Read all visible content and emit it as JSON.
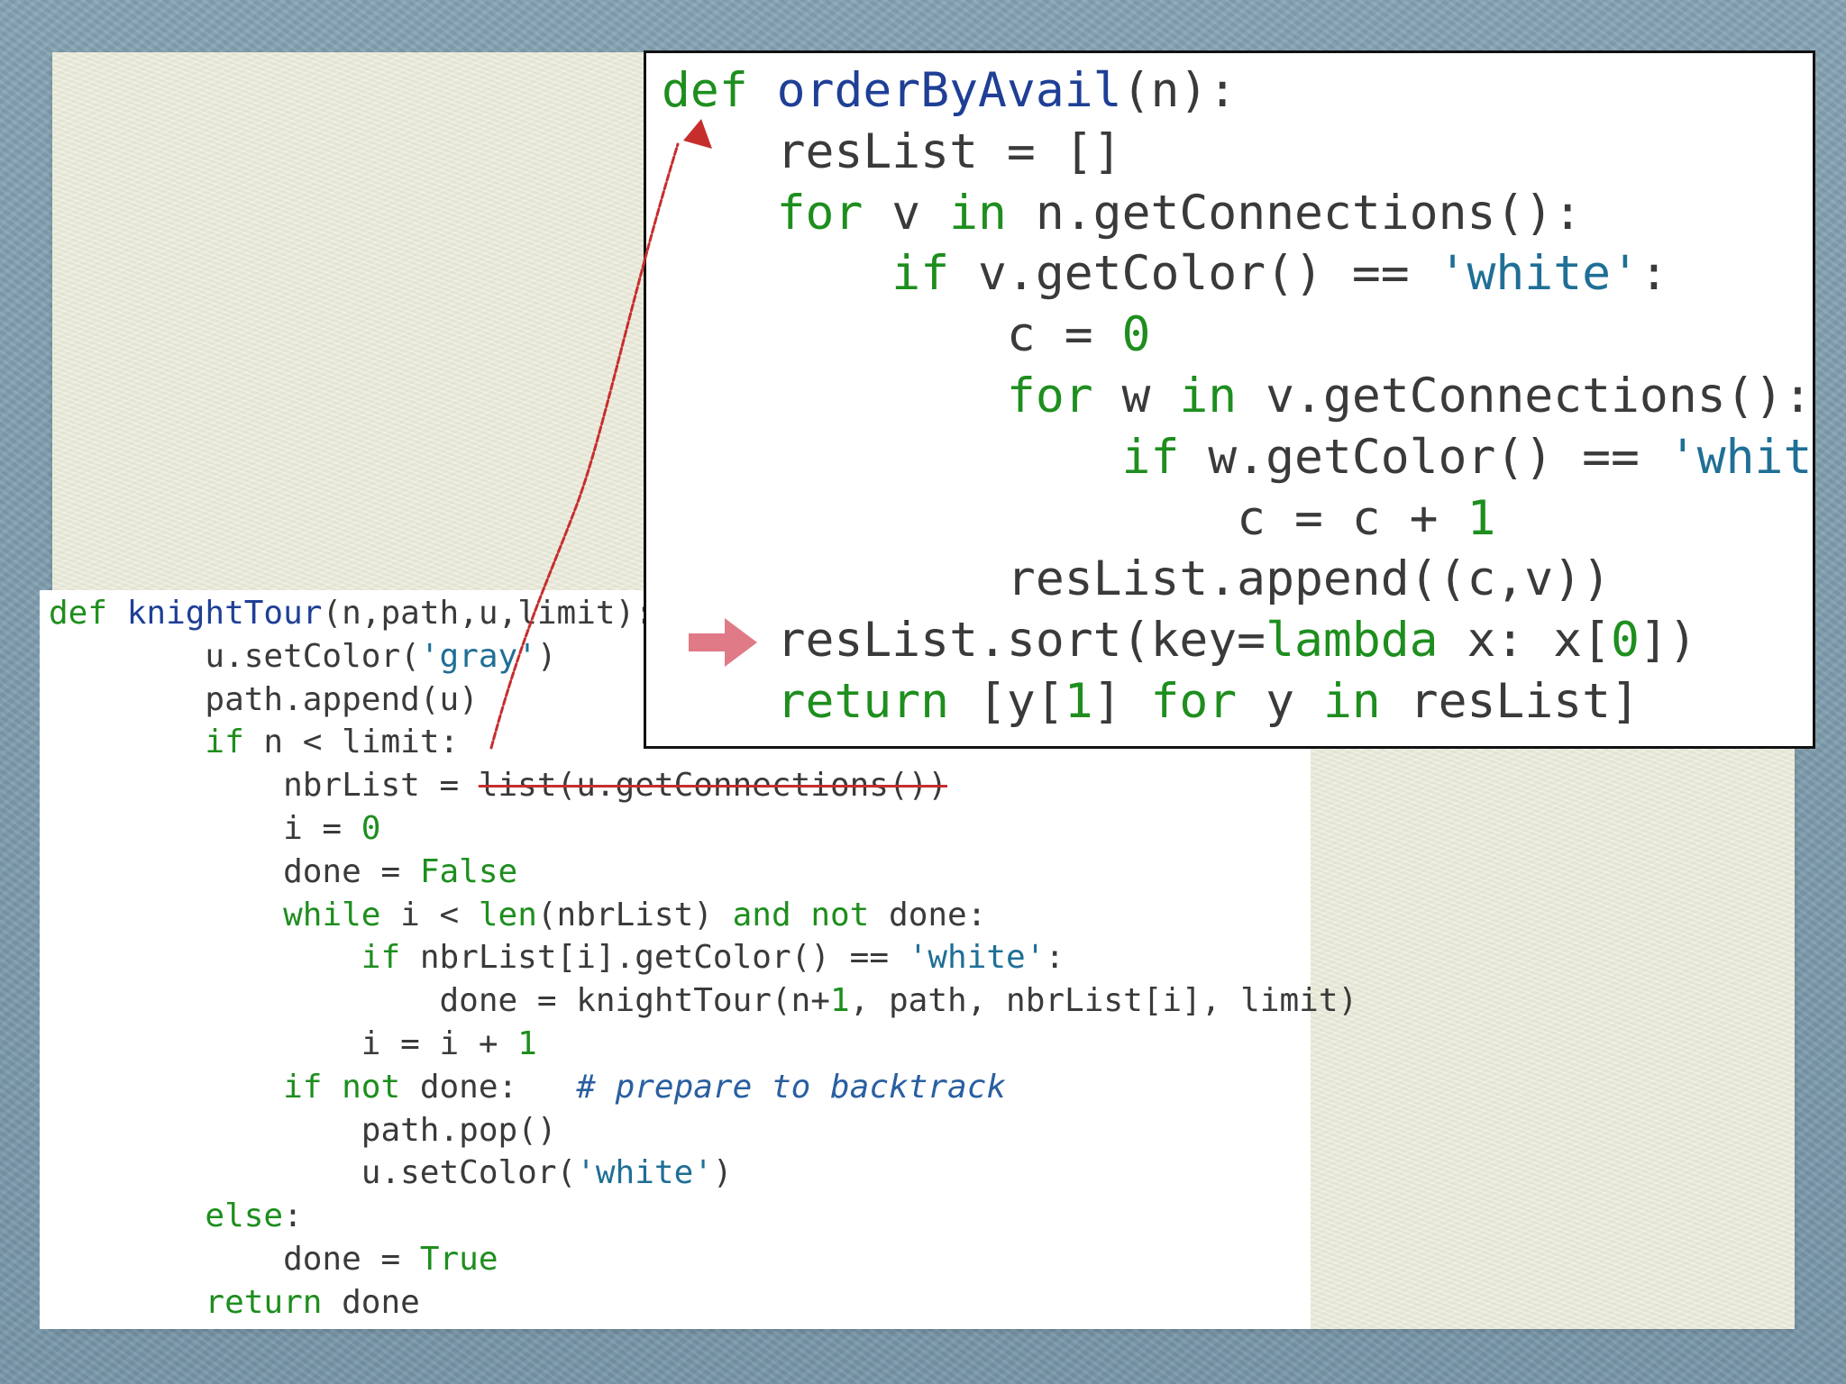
{
  "main_code": {
    "line1": {
      "def": "def",
      "name": "knightTour",
      "rest": "(n,path,u,limit):"
    },
    "line2": {
      "pre": "        u.setColor(",
      "s": "'gray'",
      "post": ")"
    },
    "line3": {
      "text": "        path.append(u)"
    },
    "line4": {
      "pre": "        ",
      "kw": "if",
      "post": " n < limit:"
    },
    "line5": {
      "pre": "            nbrList = ",
      "struck": "list(u.getConnections())"
    },
    "line6": {
      "pre": "            i = ",
      "num": "0"
    },
    "line7": {
      "pre": "            done = ",
      "kw": "False"
    },
    "line8": {
      "pre": "            ",
      "kw1": "while",
      "mid1": " i < ",
      "kw2": "len",
      "mid2": "(nbrList) ",
      "kw3": "and not",
      "post": " done:"
    },
    "line9": {
      "pre": "                ",
      "kw": "if",
      "mid": " nbrList[i].getColor() == ",
      "s": "'white'",
      "post": ":"
    },
    "line10": {
      "pre": "                    done = knightTour(n+",
      "num": "1",
      "post": ", path, nbrList[i], limit)"
    },
    "line11": {
      "pre": "                i = i + ",
      "num": "1"
    },
    "line12": {
      "pre": "            ",
      "kw": "if not",
      "mid": " done:   ",
      "comment": "# prepare to backtrack"
    },
    "line13": {
      "text": "                path.pop()"
    },
    "line14": {
      "pre": "                u.setColor(",
      "s": "'white'",
      "post": ")"
    },
    "line15": {
      "pre": "        ",
      "kw": "else",
      "post": ":"
    },
    "line16": {
      "pre": "            done = ",
      "kw": "True"
    },
    "line17": {
      "pre": "        ",
      "kw": "return",
      "post": " done"
    }
  },
  "callout_code": {
    "line1": {
      "def": "def",
      "sp": " ",
      "name": "orderByAvail",
      "rest": "(n):"
    },
    "line2": {
      "text": "    resList = []"
    },
    "line3": {
      "pre": "    ",
      "kw1": "for",
      "mid": " v ",
      "kw2": "in",
      "post": " n.getConnections():"
    },
    "line4": {
      "pre": "        ",
      "kw": "if",
      "mid": " v.getColor() == ",
      "s": "'white'",
      "post": ":"
    },
    "line5": {
      "pre": "            c = ",
      "num": "0"
    },
    "line6": {
      "pre": "            ",
      "kw1": "for",
      "mid": " w ",
      "kw2": "in",
      "post": " v.getConnections():"
    },
    "line7": {
      "pre": "                ",
      "kw": "if",
      "mid": " w.getColor() == ",
      "s": "'white'",
      "post": ":"
    },
    "line8": {
      "pre": "                    c = c + ",
      "num": "1"
    },
    "line9": {
      "text": "            resList.append((c,v))"
    },
    "line10": {
      "pre": "    resList.sort(key=",
      "kw": "lambda",
      "mid": " x: x[",
      "num": "0",
      "post": "])"
    },
    "line11": {
      "pre": "    ",
      "kw1": "return",
      "mid1": " [y[",
      "num": "1",
      "mid2": "] ",
      "kw2": "for",
      "mid3": " y ",
      "kw3": "in",
      "post": " resList]"
    }
  },
  "colors": {
    "keyword": "#1e8e1e",
    "function_name": "#1f3f96",
    "string": "#1f6f96",
    "annotation_red": "#c62e2e",
    "indicator_arrow": "#e07a86",
    "background": "#7f9fb0",
    "paper": "#e8e8d8"
  },
  "icons": {
    "indicator": "right-arrow-icon",
    "annotation": "hand-drawn-arrow"
  }
}
